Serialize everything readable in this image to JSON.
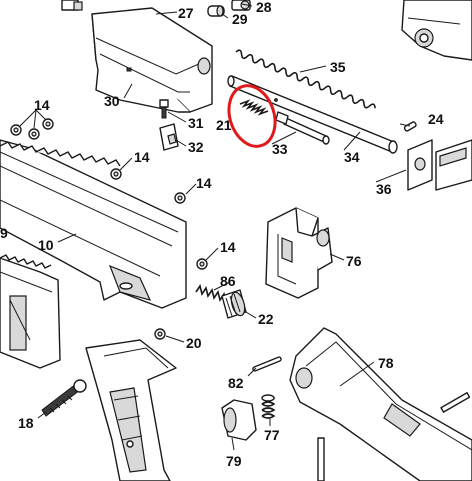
{
  "diagram": {
    "callouts": [
      {
        "id": "c28",
        "label": "28"
      },
      {
        "id": "c27",
        "label": "27"
      },
      {
        "id": "c29",
        "label": "29"
      },
      {
        "id": "c35",
        "label": "35"
      },
      {
        "id": "c30",
        "label": "30"
      },
      {
        "id": "c14a",
        "label": "14"
      },
      {
        "id": "c31",
        "label": "31"
      },
      {
        "id": "c21",
        "label": "21"
      },
      {
        "id": "c24",
        "label": "24"
      },
      {
        "id": "c32",
        "label": "32"
      },
      {
        "id": "c33",
        "label": "33"
      },
      {
        "id": "c34",
        "label": "34"
      },
      {
        "id": "c14b",
        "label": "14"
      },
      {
        "id": "c36",
        "label": "36"
      },
      {
        "id": "c14c",
        "label": "14"
      },
      {
        "id": "c9",
        "label": "9"
      },
      {
        "id": "c10",
        "label": "10"
      },
      {
        "id": "c14d",
        "label": "14"
      },
      {
        "id": "c76",
        "label": "76"
      },
      {
        "id": "c86",
        "label": "86"
      },
      {
        "id": "c22",
        "label": "22"
      },
      {
        "id": "c20",
        "label": "20"
      },
      {
        "id": "c78",
        "label": "78"
      },
      {
        "id": "c82",
        "label": "82"
      },
      {
        "id": "c18",
        "label": "18"
      },
      {
        "id": "c77",
        "label": "77"
      },
      {
        "id": "c79",
        "label": "79"
      }
    ],
    "highlight_color": "#e0191b"
  }
}
